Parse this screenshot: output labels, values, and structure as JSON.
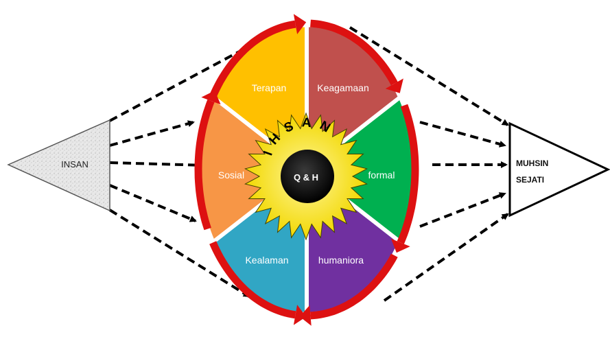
{
  "left_node": {
    "label": "INSAN",
    "fill": "#e6e6e6"
  },
  "right_node": {
    "line1": "MUHSIN",
    "line2": "SEJATI",
    "fill": "#ffffff"
  },
  "segments": [
    {
      "id": "terapan",
      "label": "Terapan",
      "color": "#ffc000"
    },
    {
      "id": "keagamaan",
      "label": "Keagamaan",
      "color": "#c0504d"
    },
    {
      "id": "formal",
      "label": "formal",
      "color": "#00b050"
    },
    {
      "id": "humaniora",
      "label": "humaniora",
      "color": "#7030a0"
    },
    {
      "id": "kealaman",
      "label": "Kealaman",
      "color": "#31a6c4"
    },
    {
      "id": "sosial",
      "label": "Sosial",
      "color": "#f79646"
    }
  ],
  "center": {
    "ring_text": "IHSAN",
    "core_text": "Q & H",
    "star_color": "#ffe640",
    "core_color": "#000000"
  },
  "arrow_color": "#dd1111"
}
